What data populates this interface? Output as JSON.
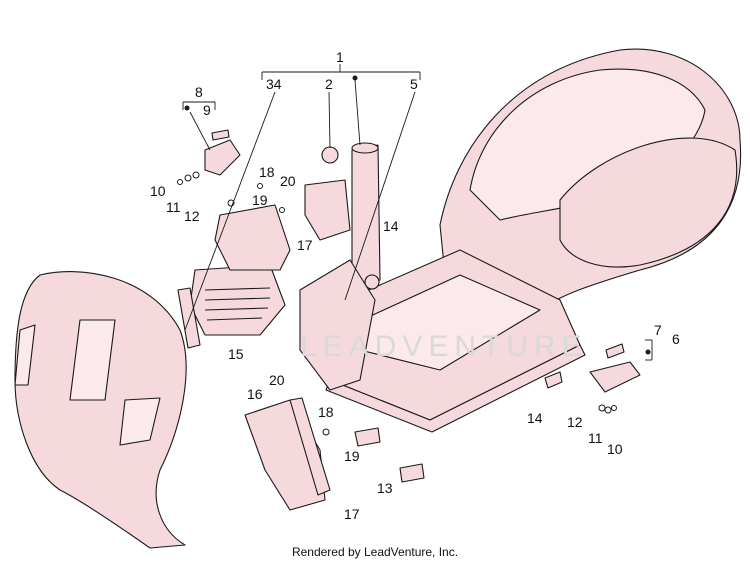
{
  "diagram": {
    "callouts": {
      "c1": "1",
      "c2": "2",
      "c34": "34",
      "c5": "5",
      "c8": "8",
      "c9": "9",
      "c10a": "10",
      "c11a": "11",
      "c12a": "12",
      "c18a": "18",
      "c20a": "20",
      "c19a": "19",
      "c17a": "17",
      "c14a": "14",
      "c15": "15",
      "c7": "7",
      "c6": "6",
      "c12b": "12",
      "c11b": "11",
      "c10b": "10",
      "c14b": "14",
      "c16": "16",
      "c20b": "20",
      "c18b": "18",
      "c19b": "19",
      "c13": "13",
      "c17b": "17"
    },
    "watermark": "LEADVENTURE"
  },
  "footer": {
    "credit": "Rendered by LeadVenture, Inc."
  },
  "colors": {
    "line": "#1a1a1a",
    "fill": "#f6d9dc",
    "watermark": "#d9d9d9"
  }
}
